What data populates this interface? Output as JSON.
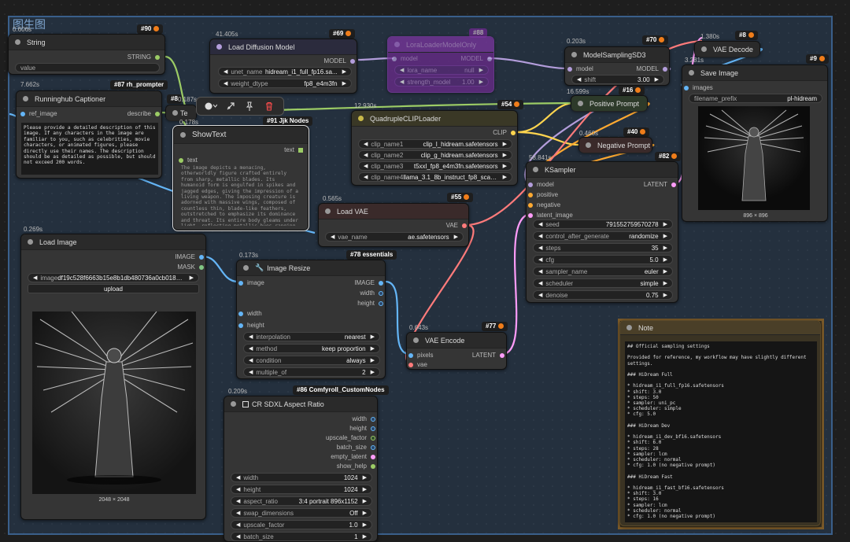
{
  "group_title": "图生图",
  "colors": {
    "accent": "#f07d1a",
    "group": "#3a5f8a",
    "model": "#b39ddb",
    "clip": "#ffd54f",
    "vae": "#ff7b7b",
    "latent": "#ff9cf9",
    "image": "#64b5f6",
    "conditioning": "#ffa931",
    "string": "#9ccc65"
  },
  "toolbar": {
    "icons": [
      "color-picker-icon",
      "bypass-icon",
      "pin-icon",
      "delete-icon"
    ]
  },
  "nodes": {
    "string": {
      "time": "0.606s",
      "badge": "#90",
      "title": "String",
      "out": "STRING",
      "widget_value": "value"
    },
    "captioner": {
      "time": "7.662s",
      "badge": "#87 rh_prompter",
      "title": "Runninghub Captioner",
      "in": "ref_image",
      "out": "describe",
      "prompt": "Please provide a detailed description of this image. If any characters in the image are familiar to you, such as celebrities, movie characters, or animated figures, please directly use their names. The description should be as detailed as possible, but should not exceed 200 words."
    },
    "text_partial": {
      "badge": "#8",
      "time": "0.187s",
      "title": "Te"
    },
    "showtext": {
      "time": "0.178s",
      "badge": "#91 Jjk Nodes",
      "title": "ShowText",
      "out": "text",
      "in": "text",
      "body": "The image depicts a menacing, otherworldly figure crafted entirely from sharp, metallic blades. Its humanoid form is engulfed in spikes and jagged edges, giving the impression of a living weapon. The imposing creature is adorned with massive wings, composed of countless thin, blade-like feathers, outstretched to emphasize its dominance and threat. Its entire body gleams under light, reflecting metallic hues ranging from silver to dark gray. The symmetrical"
    },
    "loadmodel": {
      "time": "41.405s",
      "badge": "#69",
      "title": "Load Diffusion Model",
      "out": "MODEL",
      "w1_label": "unet_name",
      "w1_value": "hidream_i1_full_fp16.sa...",
      "w2_label": "weight_dtype",
      "w2_value": "fp8_e4m3fn"
    },
    "lora": {
      "badge": "#88",
      "title": "LoraLoaderModelOnly",
      "in": "model",
      "out": "MODEL",
      "w1_label": "lora_name",
      "w1_value": "null",
      "w2_label": "strength_model",
      "w2_value": "1.00"
    },
    "modelsampling": {
      "time": "0.203s",
      "badge": "#70",
      "title": "ModelSamplingSD3",
      "in": "model",
      "out": "MODEL",
      "w_label": "shift",
      "w_value": "3.00"
    },
    "vaedecode": {
      "time": "1.380s",
      "badge": "#8",
      "title": "VAE Decode"
    },
    "saveimage": {
      "time": "3.281s",
      "badge": "#9",
      "title": "Save Image",
      "in": "images",
      "w_label": "filename_prefix",
      "w_value": "pl-hidream",
      "caption": "896 × 896"
    },
    "positive": {
      "time": "16.599s",
      "badge": "#16",
      "title": "Positive Prompt"
    },
    "negative": {
      "time": "0.460s",
      "badge": "#40",
      "title": "Negative Prompt"
    },
    "quadclip": {
      "time": "12.930s",
      "badge": "#54",
      "title": "QuadrupleCLIPLoader",
      "out": "CLIP",
      "widgets": [
        {
          "label": "clip_name1",
          "value": "clip_l_hidream.safetensors"
        },
        {
          "label": "clip_name2",
          "value": "clip_g_hidream.safetensors"
        },
        {
          "label": "clip_name3",
          "value": "t5xxl_fp8_e4m3fn.safetensors"
        },
        {
          "label": "clip_name4",
          "value": "llama_3.1_8b_instruct_fp8_scaled...."
        }
      ]
    },
    "ksampler": {
      "time": "58.841s",
      "badge": "#82",
      "title": "KSampler",
      "out": "LATENT",
      "inputs": [
        "model",
        "positive",
        "negative",
        "latent_image"
      ],
      "widgets": [
        {
          "label": "seed",
          "value": "791552759570278"
        },
        {
          "label": "control_after_generate",
          "value": "randomize"
        },
        {
          "label": "steps",
          "value": "35"
        },
        {
          "label": "cfg",
          "value": "5.0"
        },
        {
          "label": "sampler_name",
          "value": "euler"
        },
        {
          "label": "scheduler",
          "value": "simple"
        },
        {
          "label": "denoise",
          "value": "0.75"
        }
      ]
    },
    "loadvae": {
      "time": "0.565s",
      "badge": "#55",
      "title": "Load VAE",
      "out": "VAE",
      "w_label": "vae_name",
      "w_value": "ae.safetensors"
    },
    "loadimage": {
      "time": "0.269s",
      "title": "Load Image",
      "out1": "IMAGE",
      "out2": "MASK",
      "w_label": "image",
      "w_value": "df19c528f6663b15e8b1db480736a0cb01828...",
      "upload": "upload",
      "caption": "2048 × 2048"
    },
    "resize": {
      "time": "0.173s",
      "badge": "#78 essentials",
      "title": "Image Resize",
      "in1": "image",
      "in2": "width",
      "in3": "height",
      "out1": "IMAGE",
      "out2": "width",
      "out3": "height",
      "widgets": [
        {
          "label": "interpolation",
          "value": "nearest"
        },
        {
          "label": "method",
          "value": "keep proportion"
        },
        {
          "label": "condition",
          "value": "always"
        },
        {
          "label": "multiple_of",
          "value": "2"
        }
      ]
    },
    "vaeencode": {
      "time": "0.643s",
      "badge": "#77",
      "title": "VAE Encode",
      "in1": "pixels",
      "in2": "vae",
      "out": "LATENT"
    },
    "aspect": {
      "time": "0.209s",
      "badge": "#86 Comfyroll_CustomNodes",
      "title": "CR SDXL Aspect Ratio",
      "outs": [
        "width",
        "height",
        "upscale_factor",
        "batch_size",
        "empty_latent",
        "show_help"
      ],
      "widgets": [
        {
          "label": "width",
          "value": "1024"
        },
        {
          "label": "height",
          "value": "1024"
        },
        {
          "label": "aspect_ratio",
          "value": "3:4 portrait 896x1152"
        },
        {
          "label": "swap_dimensions",
          "value": "Off"
        },
        {
          "label": "upscale_factor",
          "value": "1.0"
        },
        {
          "label": "batch_size",
          "value": "1"
        }
      ]
    },
    "note": {
      "title": "Note",
      "body": "## Official sampling settings\n\nProvided for reference, my workflow may have slightly different\nsettings.\n\n### HiDream Full\n\n* hidream_i1_full_fp16.safetensors\n* shift: 3.0\n* steps: 50\n* sampler: uni_pc\n* scheduler: simple\n* cfg: 5.0\n\n### HiDream Dev\n\n* hidream_i1_dev_bf16.safetensors\n* shift: 6.0\n* steps: 28\n* sampler: lcm\n* scheduler: normal\n* cfg: 1.0 (no negative prompt)\n\n### HiDream Fast\n\n* hidream_i1_fast_bf16.safetensors\n* shift: 3.0\n* steps: 16\n* sampler: lcm\n* scheduler: normal\n* cfg: 1.0 (no negative prompt)"
    }
  }
}
